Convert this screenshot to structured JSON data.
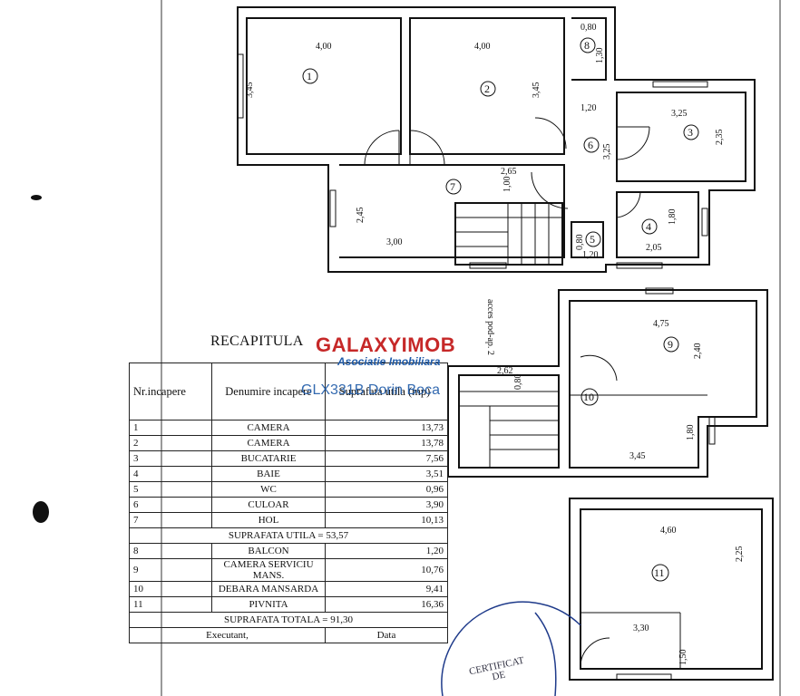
{
  "watermark": {
    "logo": "GALAXYIMOB",
    "subtitle": "Asociatie Imobiliara",
    "code": "GLX331B Dorin Boca"
  },
  "plan": {
    "rooms": [
      {
        "id": "1",
        "label": "1"
      },
      {
        "id": "2",
        "label": "2"
      },
      {
        "id": "3",
        "label": "3"
      },
      {
        "id": "4",
        "label": "4"
      },
      {
        "id": "5",
        "label": "5"
      },
      {
        "id": "6",
        "label": "6"
      },
      {
        "id": "7",
        "label": "7"
      },
      {
        "id": "8",
        "label": "8"
      },
      {
        "id": "9",
        "label": "9"
      },
      {
        "id": "10",
        "label": "10"
      },
      {
        "id": "11",
        "label": "11"
      }
    ],
    "dimensions": {
      "r1_w": "4,00",
      "r1_h": "3,45",
      "r2_w": "4,00",
      "r2_h": "3,45",
      "r8_w": "0,80",
      "r8_h": "1,30",
      "r6_w": "1,20",
      "r6_h": "3,25",
      "r3_w": "3,25",
      "r3_h": "2,35",
      "r7_w": "2,65",
      "r7_h": "1,00",
      "r7_lh": "2,45",
      "r7_bw": "3,00",
      "r4_w": "2,05",
      "r4_h": "1,80",
      "r5_w": "1,20",
      "r5_h": "0,80",
      "r9_w": "4,75",
      "r9_h": "2,40",
      "r10_w": "2,62",
      "r10_h": "0,80",
      "r10_bw": "3,45",
      "r10_bh": "1,80",
      "r11_w": "4,60",
      "r11_h": "2,25",
      "r11_bw": "3,30",
      "r11_bh": "1,50"
    },
    "acces_label": "acces pod-ap. 2"
  },
  "recap": {
    "title": "RECAPITULA",
    "headers": {
      "nr": "Nr.incapere",
      "name": "Denumire incapere",
      "area": "Suprafata utila (mp)"
    },
    "rows_a": [
      {
        "nr": "1",
        "name": "CAMERA",
        "area": "13,73"
      },
      {
        "nr": "2",
        "name": "CAMERA",
        "area": "13,78"
      },
      {
        "nr": "3",
        "name": "BUCATARIE",
        "area": "7,56"
      },
      {
        "nr": "4",
        "name": "BAIE",
        "area": "3,51"
      },
      {
        "nr": "5",
        "name": "WC",
        "area": "0,96"
      },
      {
        "nr": "6",
        "name": "CULOAR",
        "area": "3,90"
      },
      {
        "nr": "7",
        "name": "HOL",
        "area": "10,13"
      }
    ],
    "subtotal": "SUPRAFATA UTILA =    53,57",
    "rows_b": [
      {
        "nr": "8",
        "name": "BALCON",
        "area": "1,20"
      },
      {
        "nr": "9",
        "name": "CAMERA SERVICIU MANS.",
        "area": "10,76"
      },
      {
        "nr": "10",
        "name": "DEBARA MANSARDA",
        "area": "9,41"
      },
      {
        "nr": "11",
        "name": "PIVNITA",
        "area": "16,36"
      }
    ],
    "total": "SUPRAFATA TOTALA =   91,30",
    "footer": {
      "left": "Executant,",
      "right": "Data"
    }
  },
  "stamp": {
    "text1": "CERTIFICAT",
    "text2": "DE"
  }
}
